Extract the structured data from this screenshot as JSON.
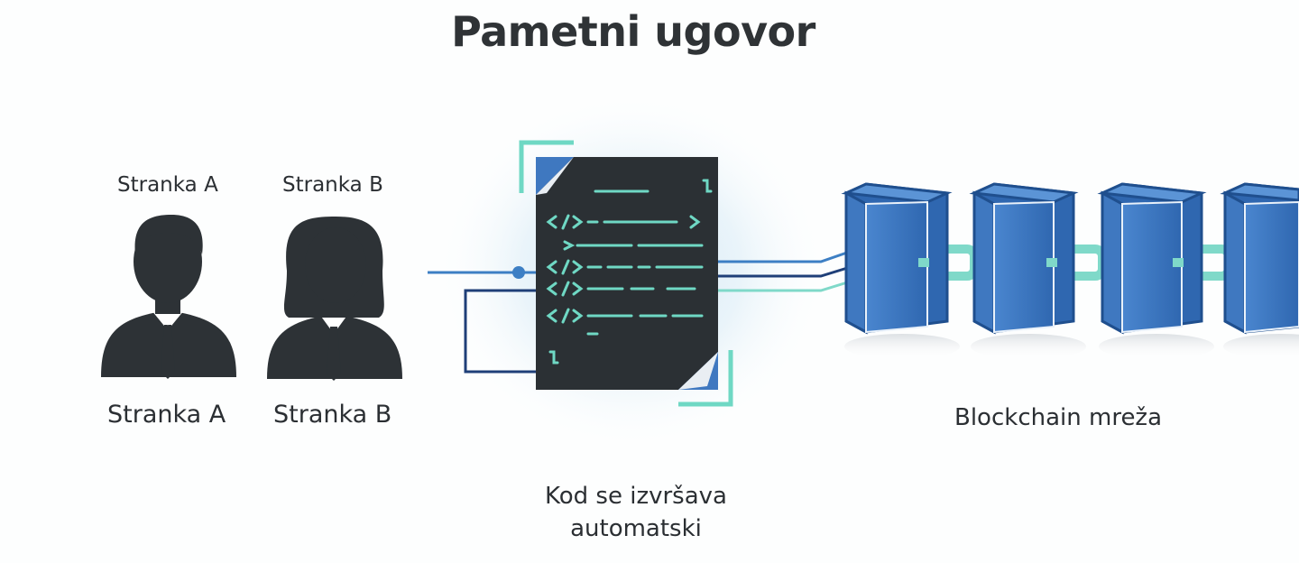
{
  "title": "Pametni ugovor",
  "parties": {
    "party_a_top": "Stranka A",
    "party_b_top": "Stranka B",
    "party_a_bottom": "Stranka A",
    "party_b_bottom": "Stranka B"
  },
  "contract": {
    "caption_line1": "Kod se izvršava",
    "caption_line2": "automatski"
  },
  "blockchain": {
    "label": "Blockchain mreža"
  },
  "colors": {
    "dark": "#2d3236",
    "contract_bg": "#2b3034",
    "code_accent": "#6fd8c4",
    "block_blue": "#3f78c0",
    "block_edge": "#1f4f8e",
    "link_teal": "#7fd9c9",
    "line_blue": "#3d7fc4",
    "line_navy": "#1f3f78"
  },
  "icons": [
    "person-male-icon",
    "person-female-icon",
    "code-document-icon",
    "blockchain-block-icon",
    "chain-link-icon"
  ]
}
